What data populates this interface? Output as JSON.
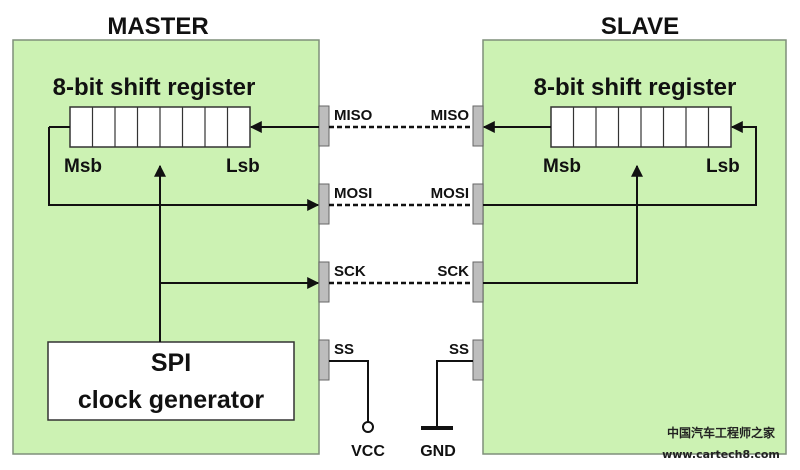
{
  "colors": {
    "block_fill": "#ccf2b3",
    "block_stroke": "#7f8f7a",
    "pin_fill": "#bdbdbd",
    "line": "#111111",
    "box_fill": "#ffffff"
  },
  "master": {
    "title": "MASTER",
    "register_label": "8-bit shift register",
    "msb_label": "Msb",
    "lsb_label": "Lsb",
    "clock_line1": "SPI",
    "clock_line2": "clock generator",
    "pins": {
      "miso": "MISO",
      "mosi": "MOSI",
      "sck": "SCK",
      "ss": "SS"
    },
    "vcc_label": "VCC"
  },
  "slave": {
    "title": "SLAVE",
    "register_label": "8-bit shift register",
    "msb_label": "Msb",
    "lsb_label": "Lsb",
    "pins": {
      "miso": "MISO",
      "mosi": "MOSI",
      "sck": "SCK",
      "ss": "SS"
    },
    "gnd_label": "GND"
  },
  "watermark": {
    "line1": "中国汽车工程师之家",
    "line2": "www.cartech8.com"
  }
}
